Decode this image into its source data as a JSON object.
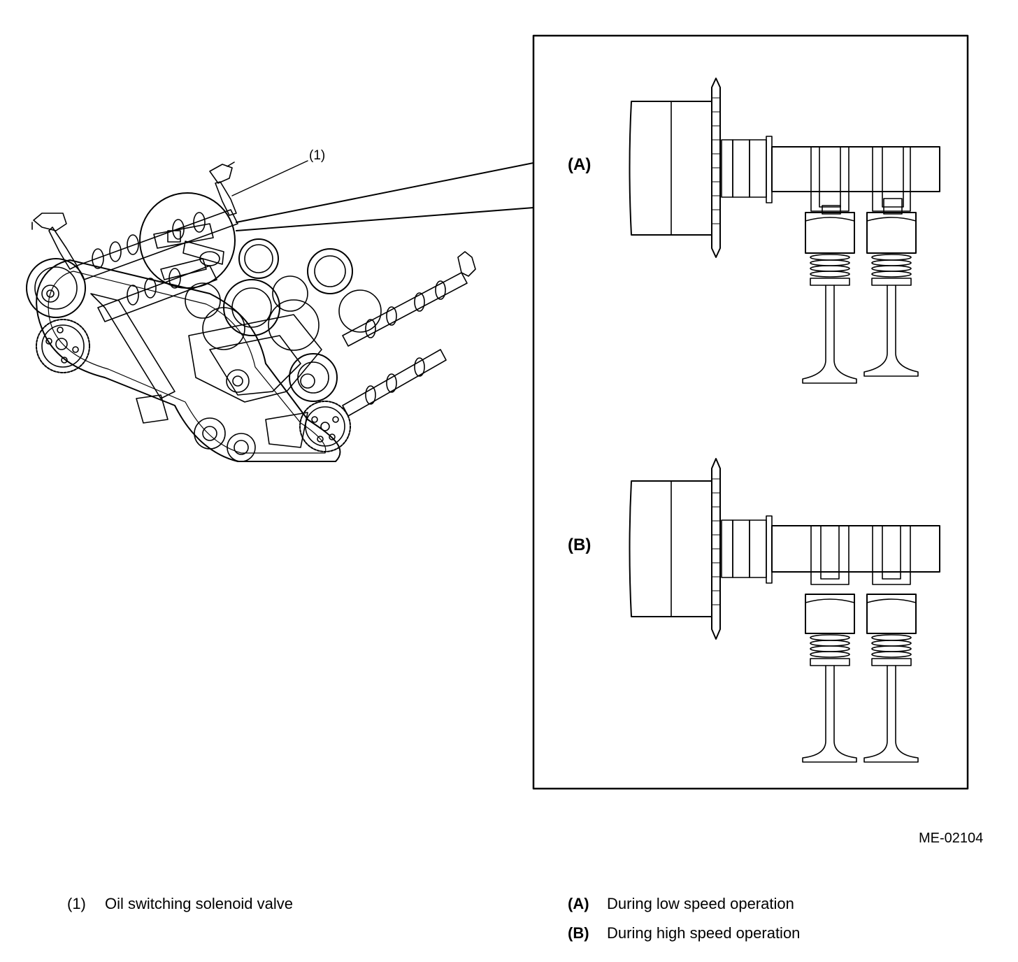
{
  "callouts": {
    "part_1": "(1)",
    "view_a": "(A)",
    "view_b": "(B)"
  },
  "figure_code": "ME-02104",
  "legend": {
    "items_left": [
      {
        "key": "(1)",
        "text": "Oil switching solenoid valve"
      }
    ],
    "items_right": [
      {
        "key": "(A)",
        "text": "During low speed operation"
      },
      {
        "key": "(B)",
        "text": "During high speed operation"
      }
    ]
  },
  "colors": {
    "ink": "#000000",
    "paper": "#ffffff"
  }
}
